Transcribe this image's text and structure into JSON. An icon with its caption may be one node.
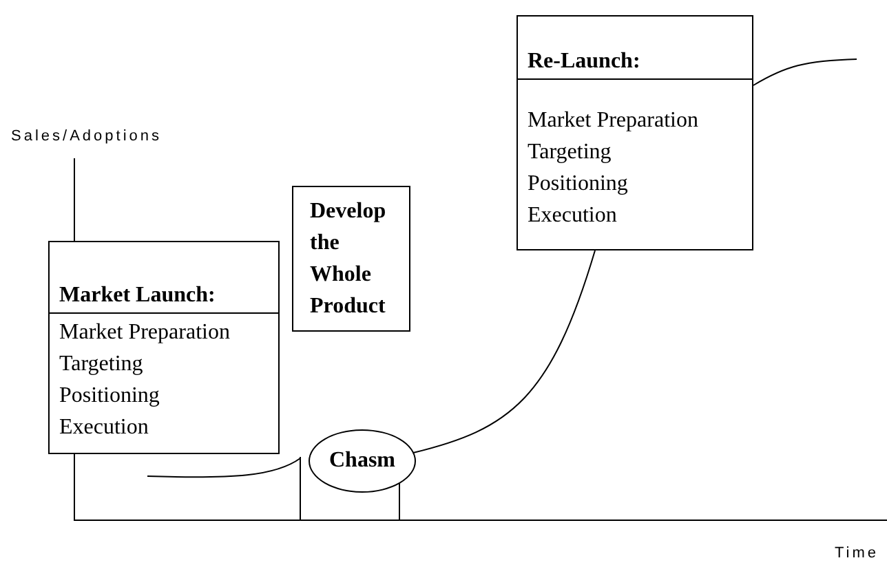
{
  "diagram": {
    "nodes": [
      {
        "text": [
          "Market Launch:",
          "Market Preparation",
          "Targeting",
          "Positioning",
          "Execution"
        ]
      },
      {
        "text": [
          "Develop the Whole Product"
        ]
      },
      {
        "text": [
          "Chasm"
        ]
      },
      {
        "text": [
          "Re-Launch:",
          "Market Preparation",
          "Targeting",
          "Positioning",
          "Execution"
        ]
      }
    ],
    "labels": [
      "Sales/Adoptions",
      "Time"
    ]
  }
}
